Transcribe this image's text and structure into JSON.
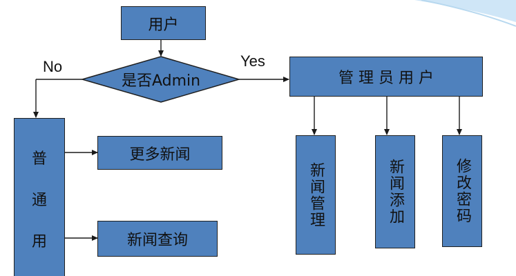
{
  "nodes": {
    "user": "用户",
    "decision": "是否Admin",
    "admin_user": "管 理 员 用 户",
    "regular_user": "普\n\n通\n\n用",
    "more_news": "更多新闻",
    "news_search": "新闻查询",
    "news_manage": "新闻管理",
    "news_add": "新闻添加",
    "change_password": "修改密码"
  },
  "edge_labels": {
    "no": "No",
    "yes": "Yes"
  },
  "colors": {
    "node_fill": "#4f81bd",
    "node_border": "#1f1f1f",
    "corner_accent": "#cfe6f7"
  }
}
